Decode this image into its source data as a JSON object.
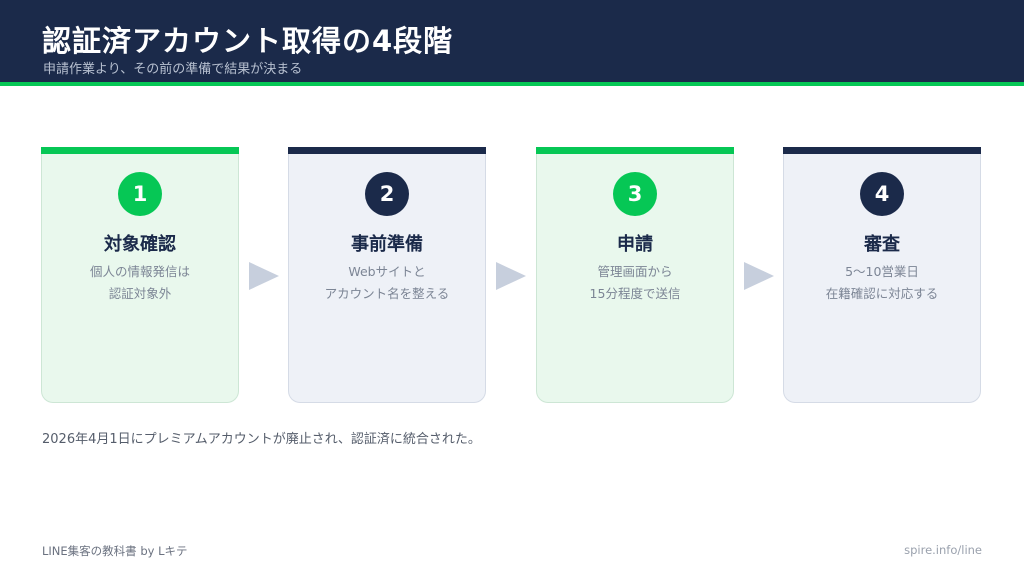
{
  "header": {
    "title": "認証済アカウント取得の4段階",
    "subtitle": "申請作業より、その前の準備で結果が決まる"
  },
  "steps": [
    {
      "number": "1",
      "title": "対象確認",
      "desc_lines": [
        "個人の情報発信は",
        "認証対象外"
      ],
      "theme": "green"
    },
    {
      "number": "2",
      "title": "事前準備",
      "desc_lines": [
        "Webサイトと",
        "アカウント名を整える"
      ],
      "theme": "navy"
    },
    {
      "number": "3",
      "title": "申請",
      "desc_lines": [
        "管理画面から",
        "15分程度で送信"
      ],
      "theme": "green"
    },
    {
      "number": "4",
      "title": "審査",
      "desc_lines": [
        "5〜10営業日",
        "在籍確認に対応する"
      ],
      "theme": "navy"
    }
  ],
  "note": "2026年4月1日にプレミアムアカウントが廃止され、認証済に統合された。",
  "footer": {
    "left": "LINE集客の教科書 by Lキテ",
    "right": "spire.info/line"
  },
  "colors": {
    "navy": "#1b2a4a",
    "green": "#06c755",
    "green_card": "#e9f8ed",
    "navy_card": "#eef1f7",
    "arrow": "#c7cfdd"
  }
}
